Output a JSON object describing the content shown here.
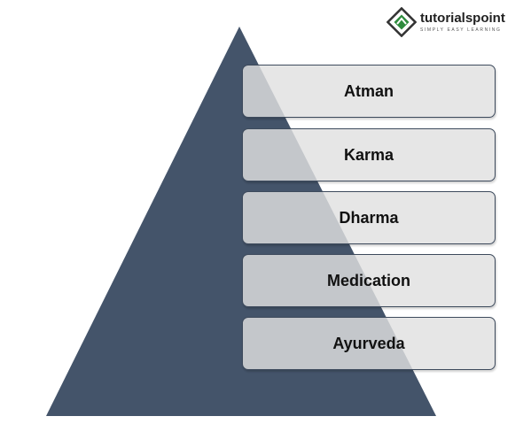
{
  "logo": {
    "name": "tutorialspoint",
    "tagline": "SIMPLY EASY LEARNING",
    "icon": "tutorialspoint-logo-icon",
    "brand_color": "#2e8b3d"
  },
  "pyramid": {
    "fill_color": "#44546a",
    "levels": [
      {
        "label": "Atman"
      },
      {
        "label": "Karma"
      },
      {
        "label": "Dharma"
      },
      {
        "label": "Medication"
      },
      {
        "label": "Ayurveda"
      }
    ]
  }
}
